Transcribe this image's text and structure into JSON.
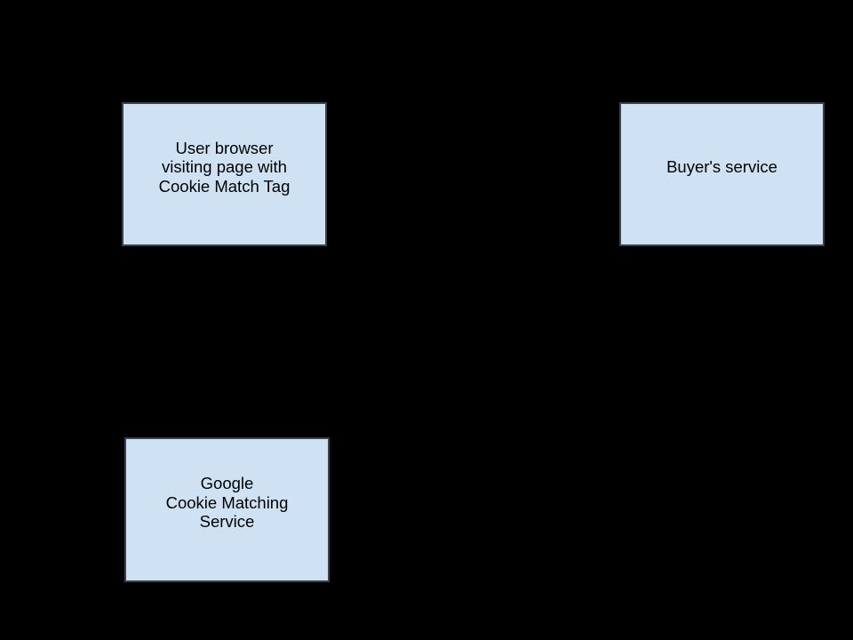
{
  "canvas": {
    "background": "#000000"
  },
  "colors": {
    "node_fill": "#cfe2f3",
    "node_border": "#39424d",
    "node_text": "#000000"
  },
  "nodes": [
    {
      "id": "user-browser",
      "text": "User browser\nvisiting page with\nCookie Match Tag"
    },
    {
      "id": "buyers-service",
      "text": "Buyer's service"
    },
    {
      "id": "google-cookie-matching",
      "text": "Google\nCookie Matching\nService"
    }
  ]
}
